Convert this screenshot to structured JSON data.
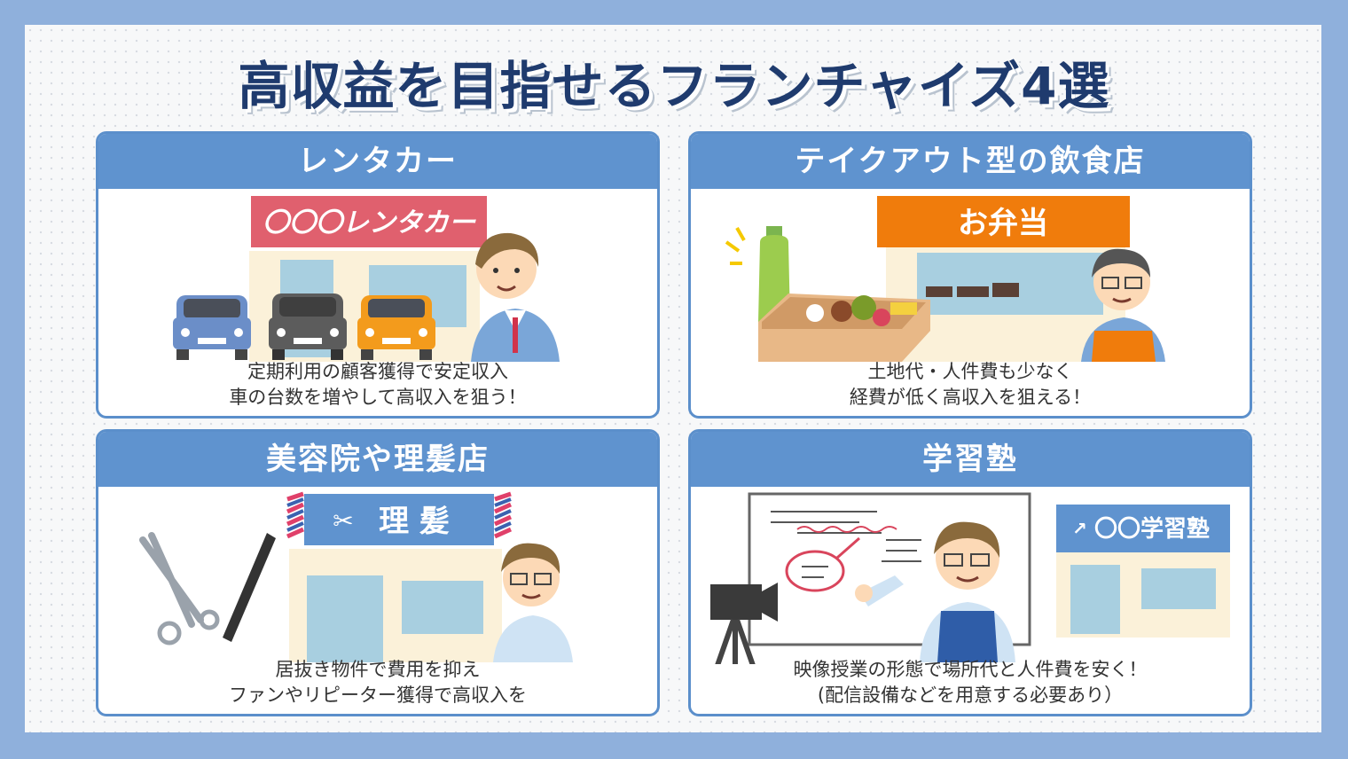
{
  "title": "高収益を目指せるフランチャイズ4選",
  "cards": [
    {
      "heading": "レンタカー",
      "sign": "〇〇〇レンタカー",
      "desc_line1": "定期利用の顧客獲得で安定収入",
      "desc_line2": "車の台数を増やして高収入を狙う！"
    },
    {
      "heading": "テイクアウト型の飲食店",
      "sign": "お弁当",
      "desc_line1": "土地代・人件費も少なく",
      "desc_line2": "経費が低く高収入を狙える！"
    },
    {
      "heading": "美容院や理髪店",
      "sign": "理 髪",
      "desc_line1": "居抜き物件で費用を抑え",
      "desc_line2": "ファンやリピーター獲得で高収入を"
    },
    {
      "heading": "学習塾",
      "sign": "〇〇学習塾",
      "desc_line1": "映像授業の形態で場所代と人件費を安く！",
      "desc_line2": "(配信設備などを用意する必要あり）"
    }
  ],
  "colors": {
    "background": "#8fb0dc",
    "header": "#5f93cf",
    "title": "#1f3b6e",
    "rental_sign": "#e0606e",
    "bento_sign": "#f07c0c"
  }
}
